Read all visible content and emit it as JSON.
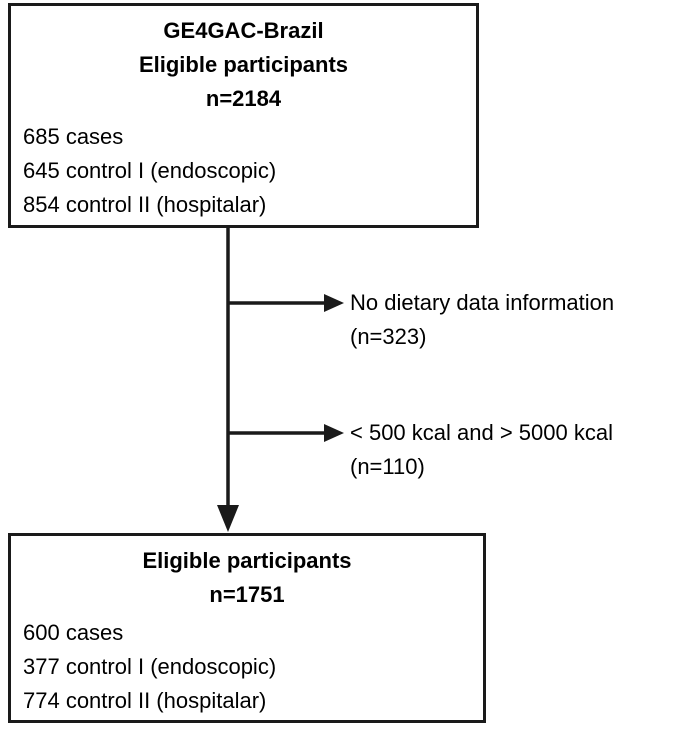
{
  "diagram": {
    "type": "participant-flow-chart",
    "boxes": [
      {
        "id": "top",
        "headings": [
          "GE4GAC-Brazil",
          "Eligible participants",
          "n=2184"
        ],
        "details": [
          "685 cases",
          "645 control I (endoscopic)",
          "854 control II (hospitalar)"
        ]
      },
      {
        "id": "bottom",
        "headings": [
          "Eligible participants",
          "n=1751"
        ],
        "details": [
          "600 cases",
          "377 control I (endoscopic)",
          "774 control II (hospitalar)"
        ]
      }
    ],
    "exclusions": [
      {
        "id": "exclusion-1",
        "reason": "No dietary data information",
        "count": "(n=323)"
      },
      {
        "id": "exclusion-2",
        "reason": "< 500 kcal and > 5000 kcal",
        "count": "(n=110)"
      }
    ],
    "colors": {
      "stroke": "#1a1a1a",
      "background": "#ffffff",
      "text": "#000000"
    }
  }
}
